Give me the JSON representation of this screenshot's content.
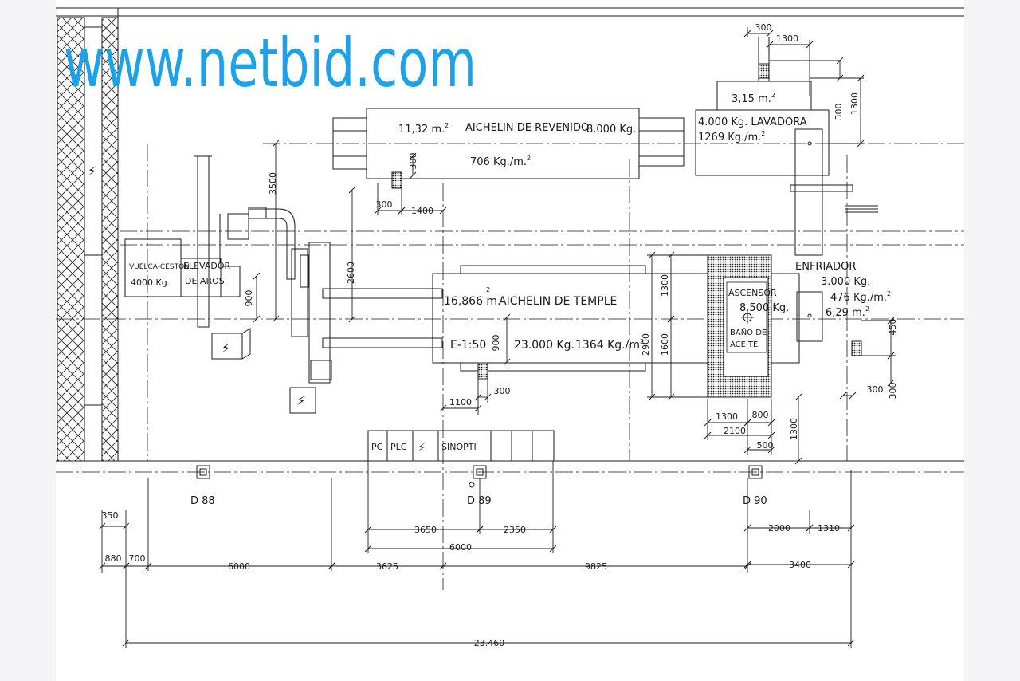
{
  "watermark": "www.netbid.com",
  "colors": {
    "watermark": "#1aa3ea",
    "ink": "#1a1a1a",
    "background": "#f4f4f6",
    "sheet": "#ffffff"
  },
  "equipment": {
    "revenido": {
      "area": "11,32 m.",
      "sup": "2",
      "name": "AICHELIN DE REVENIDO",
      "capacity": "8.000 Kg.",
      "ratio": "706 Kg./m.",
      "ratio_sup": "2"
    },
    "temple": {
      "area": "16,866 m.",
      "sup": "2",
      "name": "AICHELIN DE TEMPLE",
      "scale": "E-1:50",
      "capacity": "23.000 Kg.",
      "ratio": "1364 Kg./m",
      "ratio_sup": "2"
    },
    "lavadora": {
      "area": "3,15 m.",
      "area_sup": "2",
      "line1": "4.000 Kg. LAVADORA",
      "line2": "1269 Kg./m.",
      "line2_sup": "2"
    },
    "enfriador": {
      "name": "ENFRIADOR",
      "cap": "3.000 Kg.",
      "ratio": "476 Kg./m.",
      "ratio_sup": "2",
      "area": "6,29 m.",
      "area_sup": "2"
    },
    "ascensor": {
      "l1": "ASCENSOR",
      "l2": "8.500 Kg.",
      "l3": "BAÑO DE",
      "l4": "ACEITE"
    },
    "vuelca": {
      "l1": "VUELCA-CESTON",
      "l2": "4000 Kg."
    },
    "elevador": {
      "l1": "ELEVADOR",
      "l2": "DE AROS"
    }
  },
  "panel": {
    "cells": [
      "PC",
      "PLC",
      "",
      "SINOPTI",
      "",
      "",
      "",
      ""
    ]
  },
  "columns": [
    "D 88",
    "D 89",
    "D 90"
  ],
  "dimensions": {
    "top_300": "300",
    "top_1300": "1300",
    "right_300": "300",
    "right_1300": "1300",
    "v3500": "3500",
    "rev_300v": "300",
    "rev_300h": "300",
    "rev_1400": "1400",
    "v2600": "2600",
    "v900_left": "900",
    "v1300_c": "1300",
    "v2900": "2900",
    "v1600": "1600",
    "v900_t": "900",
    "t_1100": "1100",
    "t_300": "300",
    "v450": "450",
    "v300_r": "300",
    "h300_r": "300",
    "h1300": "1300",
    "h800": "800",
    "h2100": "2100",
    "h500": "500",
    "v1300_b": "1300",
    "h350": "350",
    "h3650": "3650",
    "h2350": "2350",
    "h6000a": "6000",
    "h2000": "2000",
    "h1310": "1310",
    "h880": "880",
    "h700": "700",
    "h6000b": "6000",
    "h3625": "3625",
    "h9825": "9825",
    "h3400": "3400",
    "total": "23.460"
  }
}
